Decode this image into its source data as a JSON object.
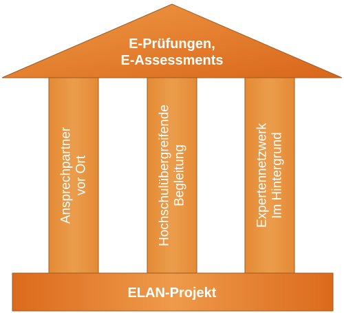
{
  "roof": {
    "line1": "E-Prüfungen,",
    "line2": "E-Assessments"
  },
  "pillars": [
    {
      "line1": "Ansprechpartner",
      "line2": "vor Ort"
    },
    {
      "line1": "Hochschulübergreifende",
      "line2": "Begleitung"
    },
    {
      "line1": "Expertennetzwerk",
      "line2": "Im Hintergrund"
    }
  ],
  "base": {
    "label": "ELAN-Projekt"
  },
  "colors": {
    "roof_light": "#ef9a46",
    "roof_dark": "#d96a1c",
    "pillar_fill": "#e8973f",
    "base_light": "#ee9a4a",
    "base_dark": "#dd6f20",
    "stroke": "#9c5a22"
  }
}
